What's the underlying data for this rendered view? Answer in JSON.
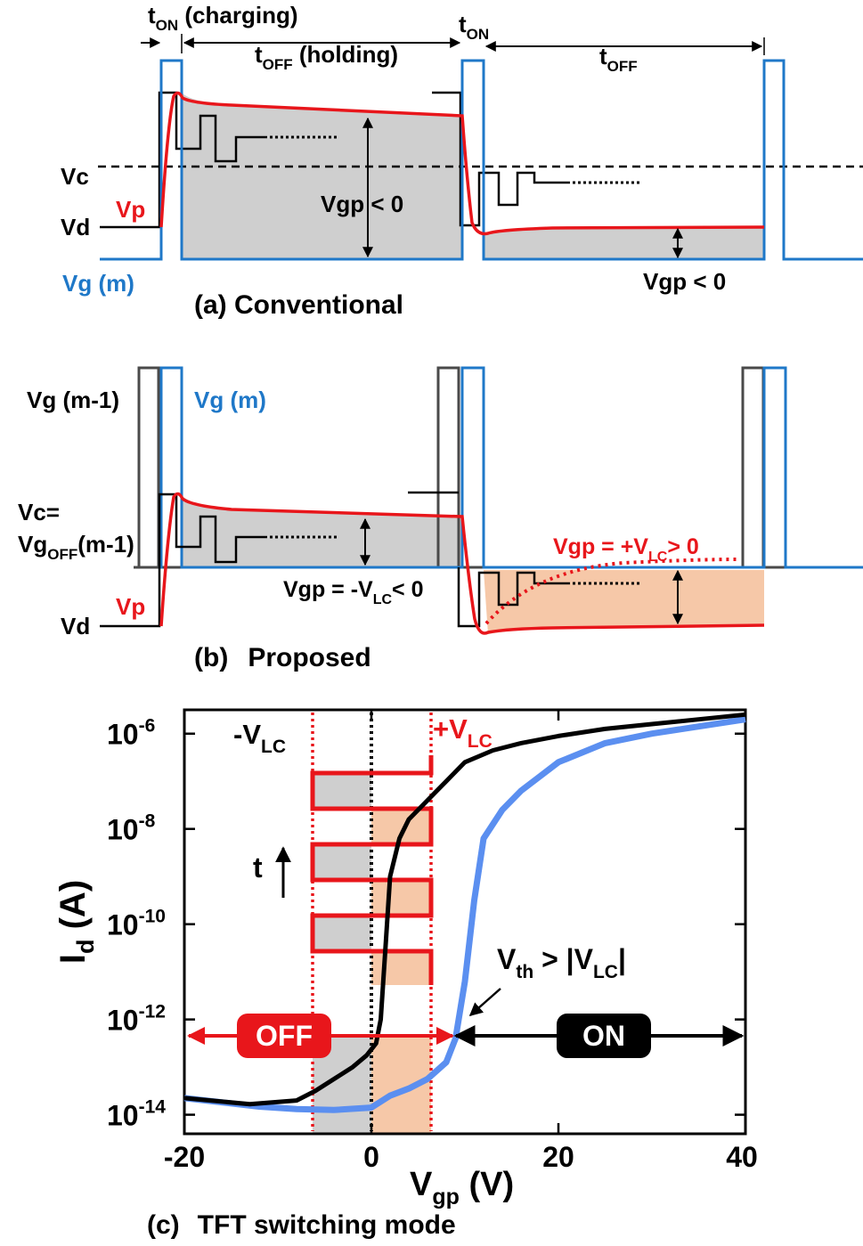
{
  "colors": {
    "blue": "#1f78c8",
    "red": "#e8161b",
    "black": "#000000",
    "gray_signal": "#4a4a4a",
    "gray_fill": "#cfcfcf",
    "orange_fill": "#f6c8a8",
    "curve_blue": "#5b8ff0"
  },
  "panel_a": {
    "caption": "(a) Conventional",
    "t_on": "t",
    "t_on_sub": "ON",
    "t_on_suffix": " (charging)",
    "t_off": "t",
    "t_off_sub": "OFF",
    "t_off_suffix": " (holding)",
    "t_on2": "t",
    "t_on2_sub": "ON",
    "t_off2": "t",
    "t_off2_sub": "OFF",
    "vc_label": "Vc",
    "vp_label": "Vp",
    "vd_label": "Vd",
    "vg_label": "Vg (m)",
    "vgp1": "Vgp < 0",
    "vgp2": "Vgp < 0"
  },
  "panel_b": {
    "caption_prefix": "(b)",
    "caption": "Proposed",
    "vg_prev_label": "Vg (m-1)",
    "vg_label": "Vg (m)",
    "vc_label_line1": "Vc=",
    "vc_label_line2a": "Vg",
    "vc_label_line2_sub": "OFF",
    "vc_label_line2b": "(m-1)",
    "vp_label": "Vp",
    "vd_label": "Vd",
    "vgp_neg_a": "Vgp = -V",
    "vgp_neg_sub": "LC",
    "vgp_neg_b": "< 0",
    "vgp_pos_a": "Vgp = +V",
    "vgp_pos_sub": "LC",
    "vgp_pos_b": "> 0"
  },
  "panel_c": {
    "caption_prefix": "(c)",
    "caption": "TFT switching mode",
    "ylabel_main": "I",
    "ylabel_sub": "d",
    "ylabel_unit": " (A)",
    "xlabel_main": "V",
    "xlabel_sub": "gp",
    "xlabel_unit": " (V)",
    "neg_vlc": "-V",
    "neg_vlc_sub": "LC",
    "pos_vlc": "+V",
    "pos_vlc_sub": "LC",
    "t_label": "t",
    "off_label": "OFF",
    "on_label": "ON",
    "vth_a": "V",
    "vth_sub": "th",
    "vth_b": " > |V",
    "vth_sub2": "LC",
    "vth_c": "|",
    "x_ticks": [
      "-20",
      "0",
      "20",
      "40"
    ],
    "y_tick_base": "10",
    "y_tick_exps": [
      "-6",
      "-8",
      "-10",
      "-12",
      "-14"
    ]
  },
  "chart_data": {
    "type": "line",
    "xlabel": "Vgp (V)",
    "ylabel": "Id (A)",
    "xlim": [
      -20,
      40
    ],
    "ylim_log10": [
      -14.4,
      -5.5
    ],
    "y_scale": "log",
    "series": [
      {
        "color": "#000000",
        "x": [
          -20,
          -13,
          -8,
          -6,
          -4,
          -2,
          -0.5,
          0.5,
          1,
          1.5,
          2,
          3,
          4,
          6,
          8,
          10,
          13,
          16,
          20,
          25,
          30,
          35,
          40
        ],
        "log10_y": [
          -13.65,
          -13.78,
          -13.7,
          -13.5,
          -13.25,
          -13.0,
          -12.75,
          -12.5,
          -12.0,
          -10.5,
          -9.0,
          -8.2,
          -7.8,
          -7.4,
          -7.0,
          -6.6,
          -6.35,
          -6.2,
          -6.05,
          -5.9,
          -5.8,
          -5.7,
          -5.6
        ]
      },
      {
        "color": "#5b8ff0",
        "x": [
          -20,
          -12,
          -8,
          -4,
          0,
          2,
          4,
          6,
          8,
          9,
          10,
          11,
          12,
          14,
          16,
          18,
          20,
          25,
          30,
          35,
          40
        ],
        "log10_y": [
          -13.65,
          -13.83,
          -13.88,
          -13.9,
          -13.85,
          -13.6,
          -13.45,
          -13.25,
          -12.9,
          -12.4,
          -11.2,
          -9.5,
          -8.2,
          -7.6,
          -7.2,
          -6.9,
          -6.6,
          -6.2,
          -6.0,
          -5.85,
          -5.7
        ]
      }
    ]
  }
}
